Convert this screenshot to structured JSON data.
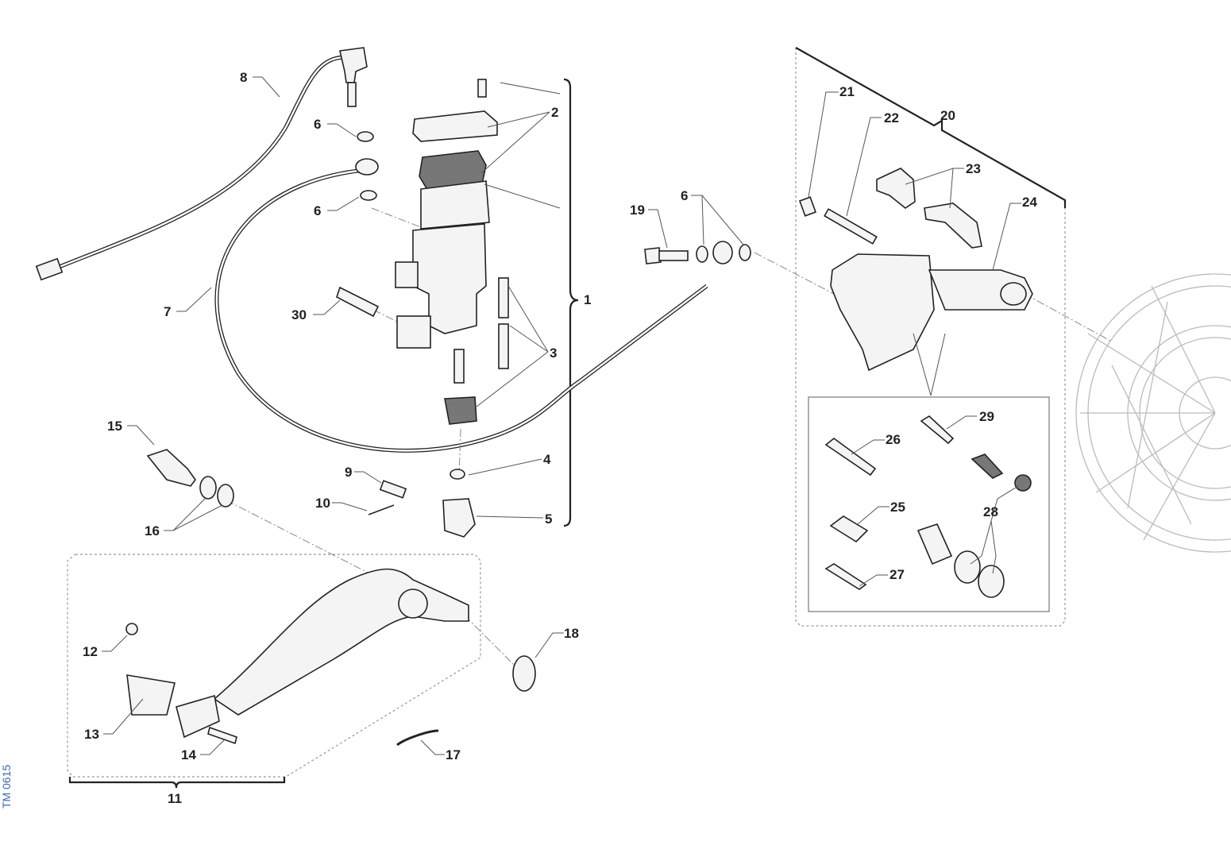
{
  "diagram": {
    "reference_code": "TM 0615",
    "callouts": [
      {
        "id": "c1",
        "label": "1"
      },
      {
        "id": "c2",
        "label": "2"
      },
      {
        "id": "c3",
        "label": "3"
      },
      {
        "id": "c4",
        "label": "4"
      },
      {
        "id": "c5",
        "label": "5"
      },
      {
        "id": "c6a",
        "label": "6"
      },
      {
        "id": "c6b",
        "label": "6"
      },
      {
        "id": "c6c",
        "label": "6"
      },
      {
        "id": "c7",
        "label": "7"
      },
      {
        "id": "c8",
        "label": "8"
      },
      {
        "id": "c9",
        "label": "9"
      },
      {
        "id": "c10",
        "label": "10"
      },
      {
        "id": "c11",
        "label": "11"
      },
      {
        "id": "c12",
        "label": "12"
      },
      {
        "id": "c13",
        "label": "13"
      },
      {
        "id": "c14",
        "label": "14"
      },
      {
        "id": "c15",
        "label": "15"
      },
      {
        "id": "c16",
        "label": "16"
      },
      {
        "id": "c17",
        "label": "17"
      },
      {
        "id": "c18",
        "label": "18"
      },
      {
        "id": "c19",
        "label": "19"
      },
      {
        "id": "c20",
        "label": "20"
      },
      {
        "id": "c21",
        "label": "21"
      },
      {
        "id": "c22",
        "label": "22"
      },
      {
        "id": "c23",
        "label": "23"
      },
      {
        "id": "c24",
        "label": "24"
      },
      {
        "id": "c25",
        "label": "25"
      },
      {
        "id": "c26",
        "label": "26"
      },
      {
        "id": "c27",
        "label": "27"
      },
      {
        "id": "c28",
        "label": "28"
      },
      {
        "id": "c29",
        "label": "29"
      },
      {
        "id": "c30",
        "label": "30"
      }
    ]
  }
}
